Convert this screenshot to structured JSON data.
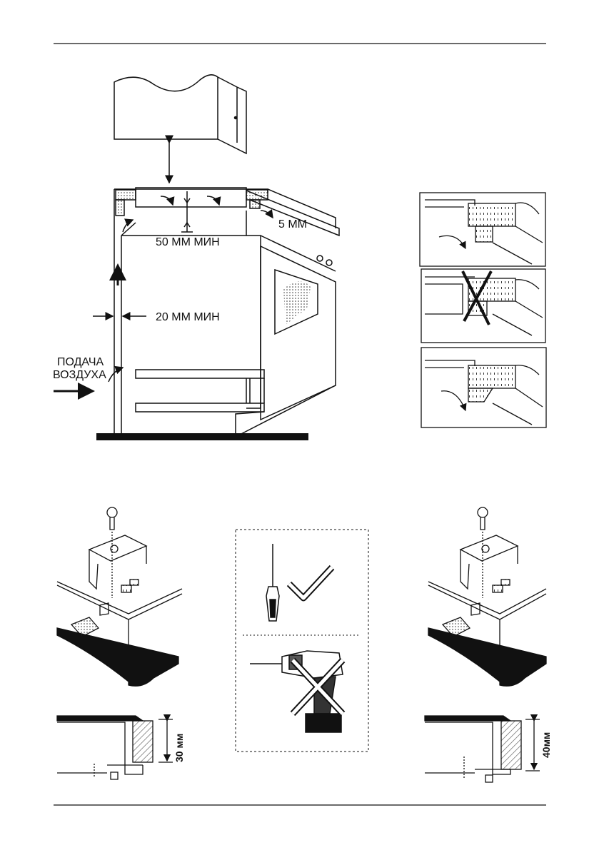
{
  "labels": {
    "gap_5": "5 ММ",
    "gap_50": "50 ММ МИН",
    "gap_20": "20 ММ МИН",
    "air_line1": "ПОДАЧА",
    "air_line2": "ВОЗДУХА",
    "depth_30": "30 мм",
    "depth_40": "40мм"
  },
  "colors": {
    "line": "#111111",
    "page_bg": "#ffffff",
    "hatch": "#444444"
  },
  "icons": {
    "allowed_tool": "screwdriver-icon",
    "forbidden_tool": "power-drill-icon",
    "allowed_mark": "checkmark-icon",
    "forbidden_mark": "cross-icon"
  }
}
